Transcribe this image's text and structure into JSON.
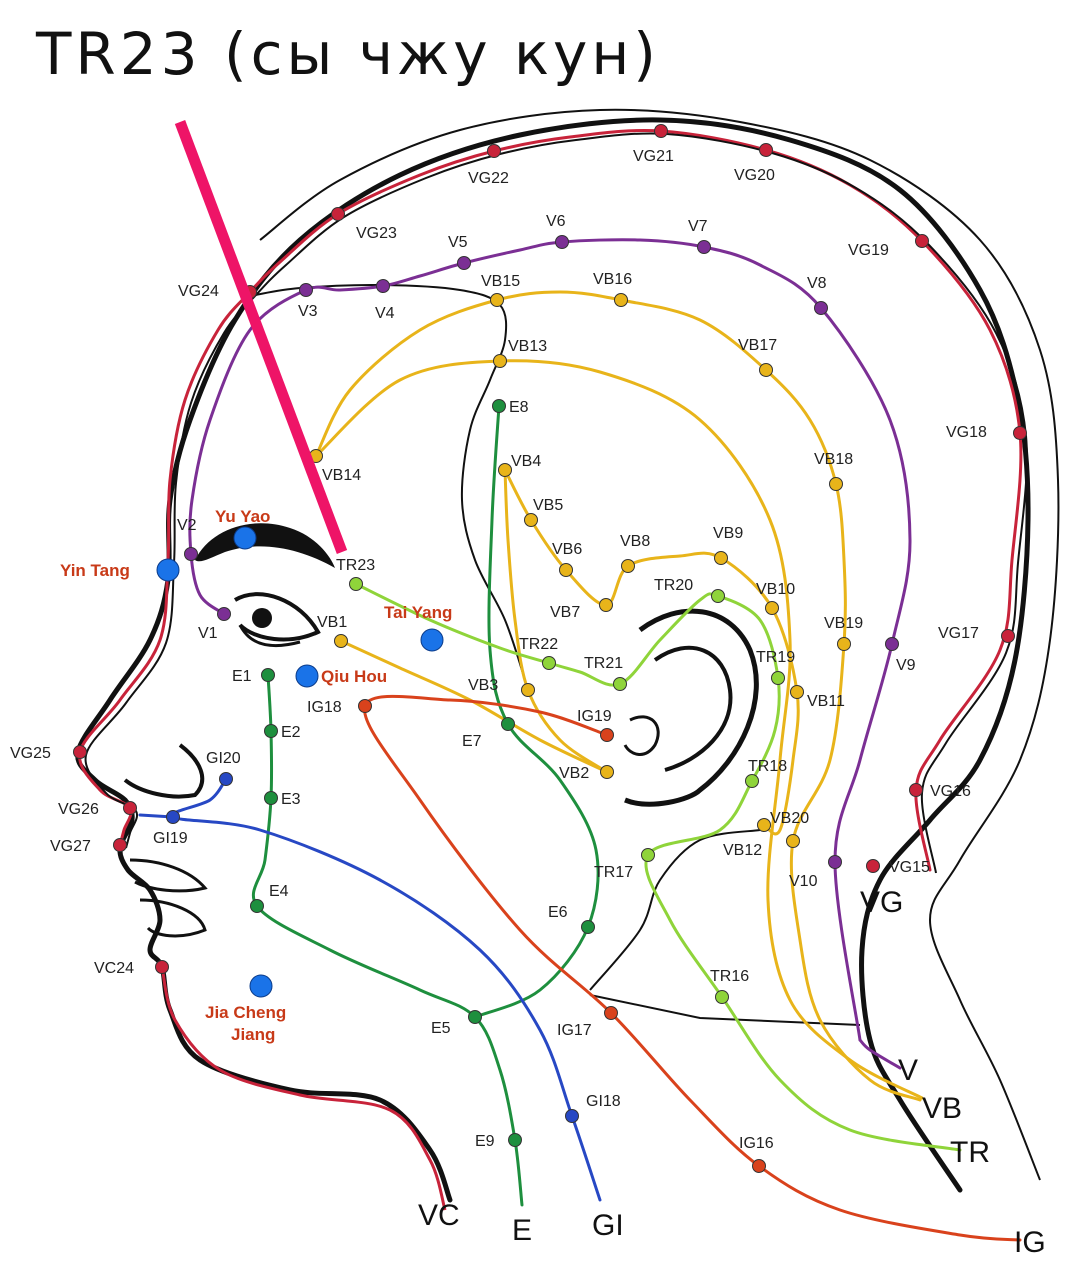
{
  "title": "TR23 (сы чжу кун)",
  "colors": {
    "VG": "#c8233a",
    "V": "#7b2f94",
    "VB": "#e8b41a",
    "E": "#1e8f3e",
    "TR": "#8fd43a",
    "IG": "#d9421c",
    "GI": "#2748c4",
    "VC": "#c8233a",
    "extra": "#1a73e8",
    "extra_label": "#c83a18",
    "pointer": "#ee1467",
    "outline": "#111111"
  },
  "channels": [
    {
      "id": "VG",
      "points": [
        "VG15",
        "VG16",
        "VG17",
        "VG18",
        "VG19",
        "VG20",
        "VG21",
        "VG22",
        "VG23",
        "VG24",
        "VG25",
        "VG26",
        "VG27"
      ]
    },
    {
      "id": "V",
      "points": [
        "V1",
        "V2",
        "V3",
        "V4",
        "V5",
        "V6",
        "V7",
        "V8",
        "V9",
        "V10"
      ]
    },
    {
      "id": "VB",
      "points": [
        "VB1",
        "VB2",
        "VB3",
        "VB4",
        "VB5",
        "VB6",
        "VB7",
        "VB8",
        "VB9",
        "VB10",
        "VB11",
        "VB12",
        "VB13",
        "VB14",
        "VB15",
        "VB16",
        "VB17",
        "VB18",
        "VB19",
        "VB20"
      ]
    },
    {
      "id": "E",
      "points": [
        "E1",
        "E2",
        "E3",
        "E4",
        "E5",
        "E6",
        "E7",
        "E8",
        "E9"
      ]
    },
    {
      "id": "TR",
      "points": [
        "TR16",
        "TR17",
        "TR18",
        "TR19",
        "TR20",
        "TR21",
        "TR22",
        "TR23"
      ]
    },
    {
      "id": "IG",
      "points": [
        "IG16",
        "IG17",
        "IG18",
        "IG19"
      ]
    },
    {
      "id": "GI",
      "points": [
        "GI18",
        "GI19",
        "GI20"
      ]
    },
    {
      "id": "VC",
      "points": [
        "VC24"
      ]
    }
  ],
  "extra_points": [
    "Yu Yao",
    "Yin Tang",
    "Tai Yang",
    "Qiu Hou",
    "Jia Cheng Jiang"
  ],
  "end_labels": [
    "VG",
    "VC",
    "E",
    "GI",
    "V",
    "VB",
    "TR",
    "IG"
  ],
  "highlight": "TR23"
}
